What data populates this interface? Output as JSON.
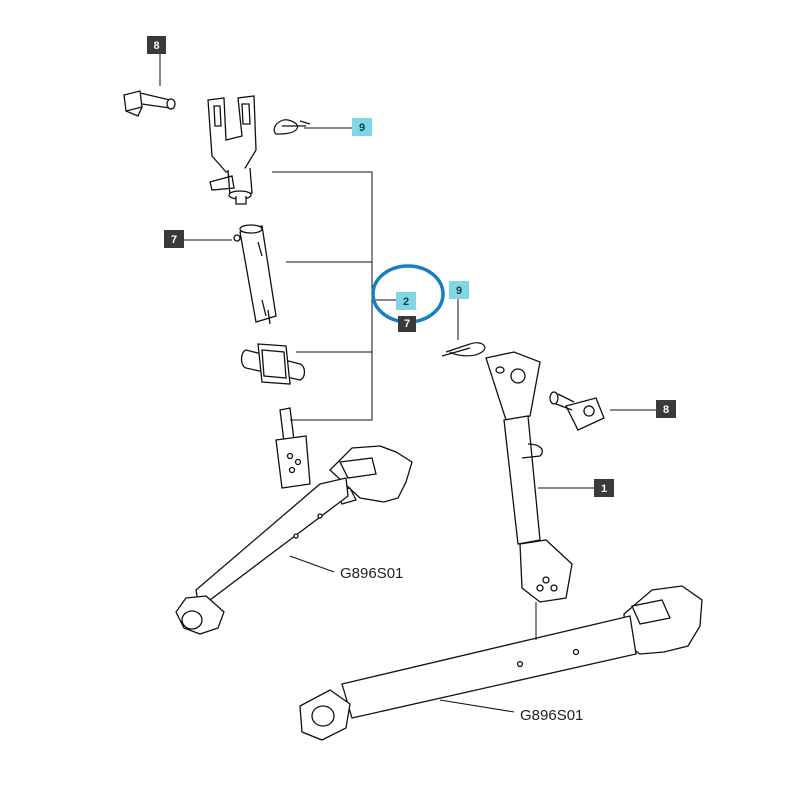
{
  "colors": {
    "callout_dark": "#3a3a3a",
    "callout_cyan": "#7fd6e6",
    "highlight_ring": "#1a7fc2",
    "line": "#111111"
  },
  "callouts": {
    "c8_top": "8",
    "c9_top": "9",
    "c7": "7",
    "c2": "2",
    "c7_small": "7",
    "c9_mid": "9",
    "c8_right": "8",
    "c1": "1"
  },
  "references": {
    "left_arm": "G896S01",
    "right_arm": "G896S01"
  }
}
